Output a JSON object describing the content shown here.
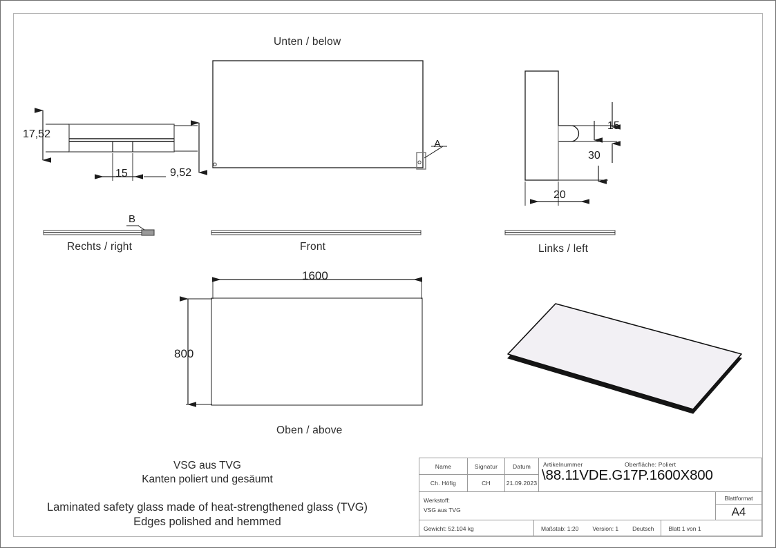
{
  "sheet": {
    "format": "A4"
  },
  "views": {
    "below": {
      "label": "Unten / below"
    },
    "above": {
      "label": "Oben / above"
    },
    "right": {
      "label": "Rechts / right"
    },
    "front": {
      "label": "Front"
    },
    "left": {
      "label": "Links / left"
    }
  },
  "callouts": {
    "a": "A",
    "b": "B"
  },
  "dimensions": {
    "thickness_total": "17,52",
    "inner_gap": "15",
    "thickness_sub": "9,52",
    "hem_height": "15",
    "hem_offset": "30",
    "hem_width": "20",
    "width": "1600",
    "depth": "800"
  },
  "notes": {
    "de_line1": "VSG aus TVG",
    "de_line2": "Kanten poliert und gesäumt",
    "en_line1": "Laminated safety glass made of heat-strengthened glass (TVG)",
    "en_line2": "Edges polished and hemmed"
  },
  "title_block": {
    "columns": {
      "name_header": "Name",
      "signature_header": "Signatur",
      "date_header": "Datum"
    },
    "name_value": "Ch. Höfig",
    "signature_value": "CH",
    "date_value": "21.09.2023",
    "article_label": "Artikelnummer",
    "article_number": "\\88.11VDE.G17P.1600X800",
    "surface_label": "Oberfläche:  Poliert",
    "material_label": "Werkstoff:",
    "material_value": "VSG aus TVG",
    "sheet_format_label": "Blattformat",
    "sheet_format_value": "A4",
    "weight": "Gewicht: 52.104 kg",
    "scale": "Maßstab: 1:20",
    "version": "Version: 1",
    "language": "Deutsch",
    "sheet_count": "Blatt 1 von 1"
  },
  "colors": {
    "line": "#1d1d1d",
    "frame": "#b4b4b4",
    "thin_line": "#555555",
    "iso_face": "#f2f0f4",
    "iso_edge": "#111111",
    "text": "#2b2b2b"
  }
}
